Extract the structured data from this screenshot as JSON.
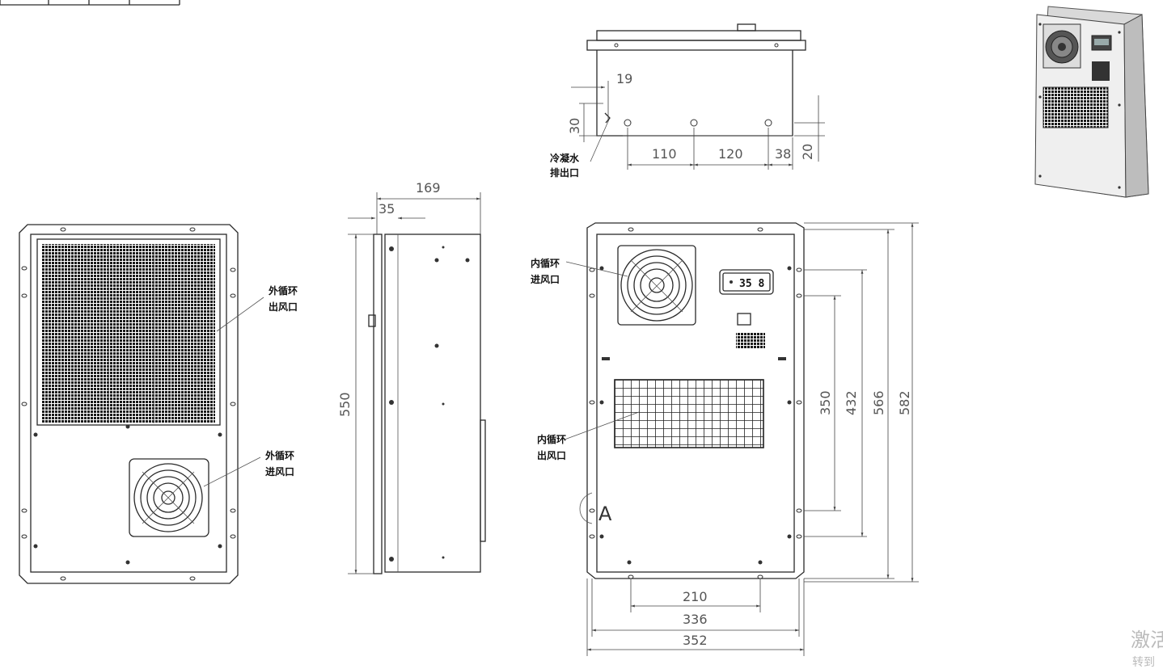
{
  "dimensions": {
    "top_19": "19",
    "top_30": "30",
    "top_110": "110",
    "top_120": "120",
    "top_38": "38",
    "top_20": "20",
    "side_169": "169",
    "side_35": "35",
    "side_550": "550",
    "front_350": "350",
    "front_432": "432",
    "front_566": "566",
    "front_582": "582",
    "front_210": "210",
    "front_336": "336",
    "front_352": "352"
  },
  "labels": {
    "condensate_line1": "冷凝水",
    "condensate_line2": "排出口",
    "outer_outlet_line1": "外循环",
    "outer_outlet_line2": "出风口",
    "outer_inlet_line1": "外循环",
    "outer_inlet_line2": "进风口",
    "inner_inlet_line1": "内循环",
    "inner_inlet_line2": "进风口",
    "inner_outlet_line1": "内循环",
    "inner_outlet_line2": "出风口",
    "view_a": "A",
    "display_value": "35 8"
  },
  "watermark": {
    "line1": "激活",
    "line2": "转到"
  }
}
